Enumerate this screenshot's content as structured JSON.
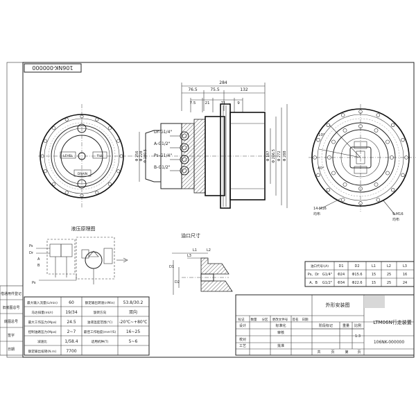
{
  "drawing_no_top": "106NK-000000",
  "front_view": {
    "labels": [
      "LEVEL",
      "FILL",
      "DRAIN"
    ],
    "dims": [
      "Φ 256",
      "Φ 228",
      "Φ 180.5"
    ]
  },
  "side_view": {
    "overall": "284",
    "segments": [
      "76.5",
      "75.5",
      "132"
    ],
    "sub_segments": [
      "7.5",
      "21",
      "71",
      "9"
    ],
    "port_labels": [
      "Dr-G1/4\"",
      "A-G1/2\"",
      "Ps-G1/4\"",
      "B-G1/2\""
    ],
    "diameters": [
      "Φ 187",
      "Φ 206.5",
      "Φ 272",
      "Φ 288"
    ]
  },
  "rear_view": {
    "angle1": "10°",
    "angle2": "40°",
    "bolt_note": "14-M16",
    "bolt_sub": "均布",
    "bolt_note2": "9-M16",
    "bolt_sub2": "均布"
  },
  "hydraulic_title": "液压原理图",
  "hydraulic_labels": [
    "Ps",
    "Dr",
    "A",
    "B",
    "Ps"
  ],
  "port_title": "油口尺寸",
  "port_dims": [
    "D1",
    "D2",
    "L1",
    "L2",
    "L3"
  ],
  "port_table": {
    "headers": [
      "油口代号\\(A)",
      "D1",
      "D2",
      "L1",
      "L2",
      "L3"
    ],
    "rows": [
      [
        "Ps、Dr",
        "G1/4\"",
        "Φ24",
        "Φ15.6",
        "15",
        "25",
        "16"
      ],
      [
        "A、B",
        "G1/2\"",
        "Φ34",
        "Φ22.6",
        "15",
        "25",
        "24"
      ]
    ]
  },
  "spec_table": {
    "rows": [
      [
        "最大输入流量(L/min)",
        "60",
        "额定输出转速(r/Min)",
        "53.8/30.2"
      ],
      [
        "马达排量(ml/r)",
        "19/34",
        "旋转方向",
        "双向"
      ],
      [
        "最大工作压力(Mpa)",
        "24.5",
        "油液温度范围(℃)",
        "-20℃~+80℃"
      ],
      [
        "控制油路压力(Mpa)",
        "2~7",
        "最佳工作粘度(mm²/S)",
        "16~25"
      ],
      [
        "减速比",
        "1/58.4",
        "适用机种(T)",
        "5~6"
      ],
      [
        "额定输出扭矩(N.m)",
        "7700",
        "",
        ""
      ]
    ]
  },
  "left_strip": [
    "借通用件登记",
    "旧底图总号",
    "底图总号",
    "签字",
    "日期"
  ],
  "title_block": {
    "view_title": "外形安装图",
    "product": "LTM06N行走装置",
    "drawing_no": "106NK-000000",
    "rev_headers": [
      "标记",
      "数量",
      "分区",
      "更改文件号",
      "签名",
      "日期"
    ],
    "roles": [
      "设计",
      "标准化",
      "审核",
      "校对",
      "工艺",
      "批准"
    ],
    "stage_headers": [
      "阶段标记",
      "重量",
      "比例"
    ],
    "scale": "1:3",
    "sheet_labels": [
      "共",
      "页",
      "第",
      "页"
    ]
  }
}
